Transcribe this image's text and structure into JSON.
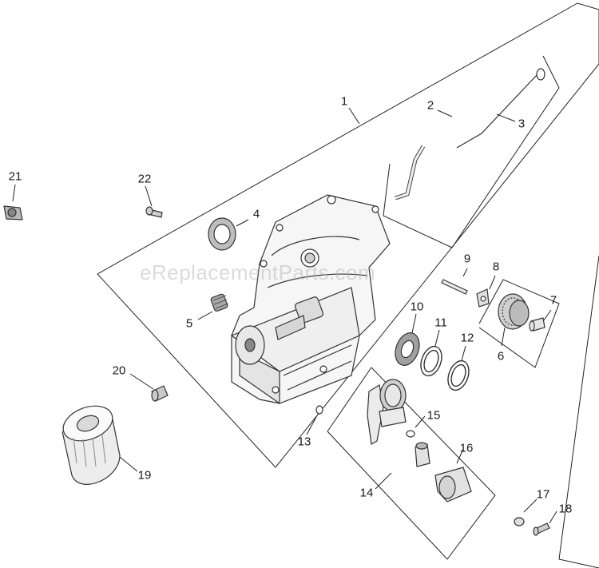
{
  "watermark": "eReplacementParts.com",
  "callouts": {
    "c1": "1",
    "c2": "2",
    "c3": "3",
    "c4": "4",
    "c5": "5",
    "c6": "6",
    "c7": "7",
    "c8": "8",
    "c9": "9",
    "c10": "10",
    "c11": "11",
    "c12": "12",
    "c13": "13",
    "c14": "14",
    "c15": "15",
    "c16": "16",
    "c17": "17",
    "c18": "18",
    "c19": "19",
    "c20": "20",
    "c21": "21",
    "c22": "22"
  },
  "colors": {
    "line": "#1a1a1a",
    "part_stroke": "#333333",
    "part_fill": "#f4f4f4",
    "shade": "#9a9a9a"
  }
}
